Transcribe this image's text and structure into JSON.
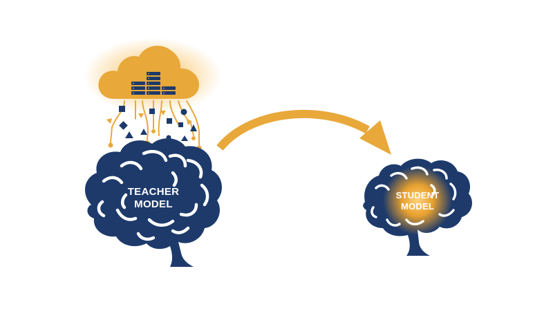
{
  "diagram": {
    "teacher": {
      "label_line1": "TEACHER",
      "label_line2": "MODEL"
    },
    "student": {
      "label_line1": "STUDENT",
      "label_line2": "MODEL"
    },
    "colors": {
      "navy": "#1d3a6b",
      "gold": "#e5a534",
      "glow": "#f6b33c",
      "background": "#ffffff"
    },
    "icons": {
      "cloud": "cloud-icon",
      "servers": "server-rack-icon",
      "arrow": "curved-arrow-icon"
    }
  }
}
